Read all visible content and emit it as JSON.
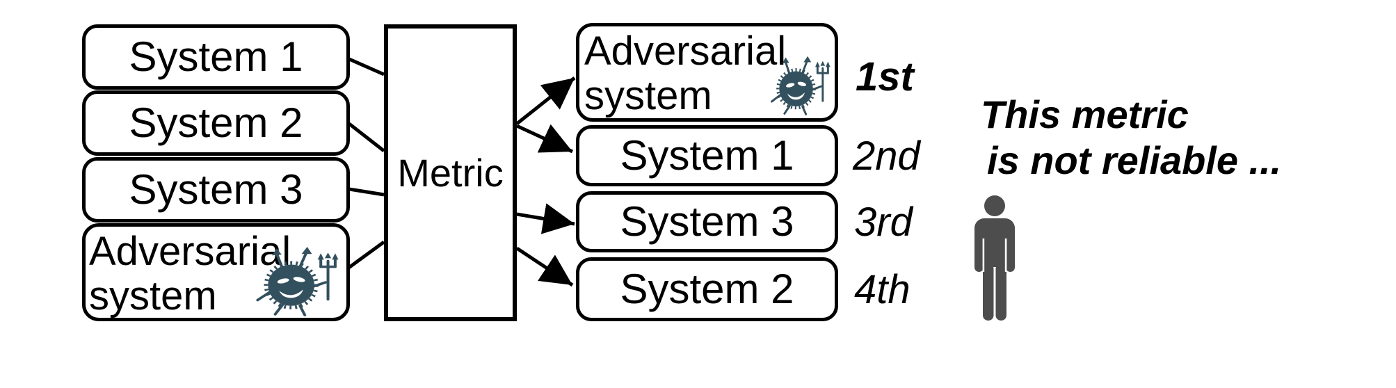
{
  "diagram": {
    "left_column": {
      "boxes": [
        {
          "label": "System 1"
        },
        {
          "label": "System 2"
        },
        {
          "label": "System 3"
        },
        {
          "label_line1": "Adversarial",
          "label_line2": "system",
          "icon": "devil-monster-icon"
        }
      ]
    },
    "metric_box": {
      "label": "Metric"
    },
    "right_column": {
      "boxes": [
        {
          "label_line1": "Adversarial",
          "label_line2": "system",
          "icon": "devil-monster-icon",
          "rank": "1st"
        },
        {
          "label": "System 1",
          "rank": "2nd"
        },
        {
          "label": "System 3",
          "rank": "3rd"
        },
        {
          "label": "System 2",
          "rank": "4th"
        }
      ]
    },
    "annotation": {
      "line1": "This metric",
      "line2": "is not reliable ...",
      "icon": "person-icon"
    },
    "colors": {
      "outline": "#000000",
      "background": "#ffffff",
      "monster": "#33505e",
      "person": "#4d4d4d"
    }
  }
}
